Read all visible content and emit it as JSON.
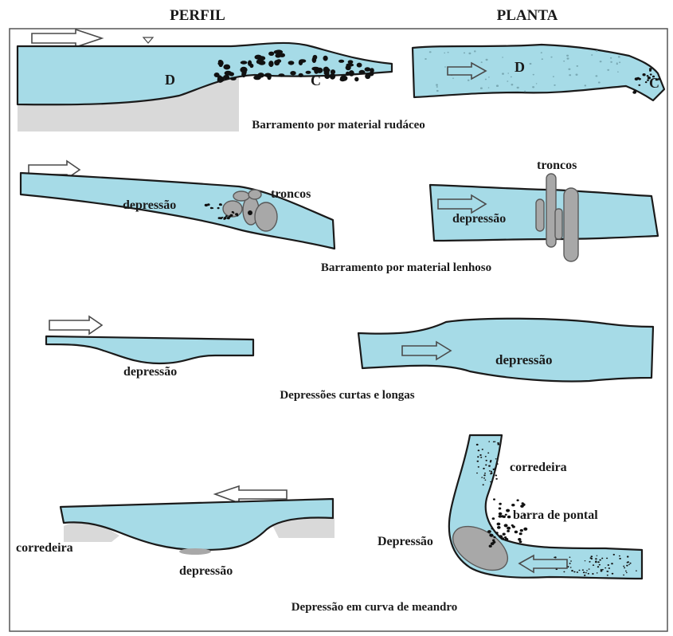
{
  "headers": {
    "profile": "PERFIL",
    "plan": "PLANTA"
  },
  "captions": {
    "rudaceo": "Barramento por material rudáceo",
    "lenhoso": "Barramento por material lenhoso",
    "curtas": "Depressões curtas e longas",
    "meandro": "Depressão em curva de meandro"
  },
  "row1": {
    "profile_d": "D",
    "profile_c": "C",
    "plan_d": "D",
    "plan_c": "C"
  },
  "row2": {
    "profile_depressao": "depressão",
    "profile_troncos": "troncos",
    "plan_troncos": "troncos",
    "plan_depressao": "depressão"
  },
  "row3": {
    "profile_depressao": "depressão",
    "plan_depressao": "depressão"
  },
  "row4": {
    "profile_corredeira": "corredeira",
    "profile_depressao": "depressão",
    "plan_corredeira": "corredeira",
    "plan_barra": "barra de pontal",
    "plan_depressao": "Depressão"
  },
  "colors": {
    "water": "#a6dbe7",
    "log": "#a8a8a8",
    "pebble": "#111111",
    "frame": "#555555"
  }
}
